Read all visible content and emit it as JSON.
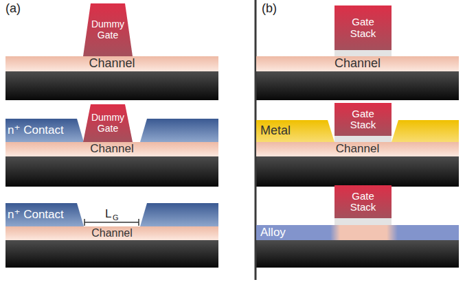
{
  "diagram": {
    "nodes": [
      {
        "text": [
          "Dummy Gate"
        ]
      },
      {
        "text": [
          "Channel"
        ]
      },
      {
        "text": [
          "n⁺ Contact"
        ]
      },
      {
        "text": [
          "Dummy Gate"
        ]
      },
      {
        "text": [
          "Channel"
        ]
      },
      {
        "text": [
          "n⁺ Contact"
        ]
      },
      {
        "text": [
          "Channel"
        ]
      },
      {
        "text": [
          "Gate Stack"
        ]
      },
      {
        "text": [
          "Channel"
        ]
      },
      {
        "text": [
          "Metal"
        ]
      },
      {
        "text": [
          "Gate Stack"
        ]
      },
      {
        "text": [
          "Channel"
        ]
      },
      {
        "text": [
          "Gate Stack"
        ]
      },
      {
        "text": [
          "Alloy"
        ]
      }
    ],
    "labels": [
      "(a)",
      "(b)",
      "L",
      "G"
    ]
  }
}
